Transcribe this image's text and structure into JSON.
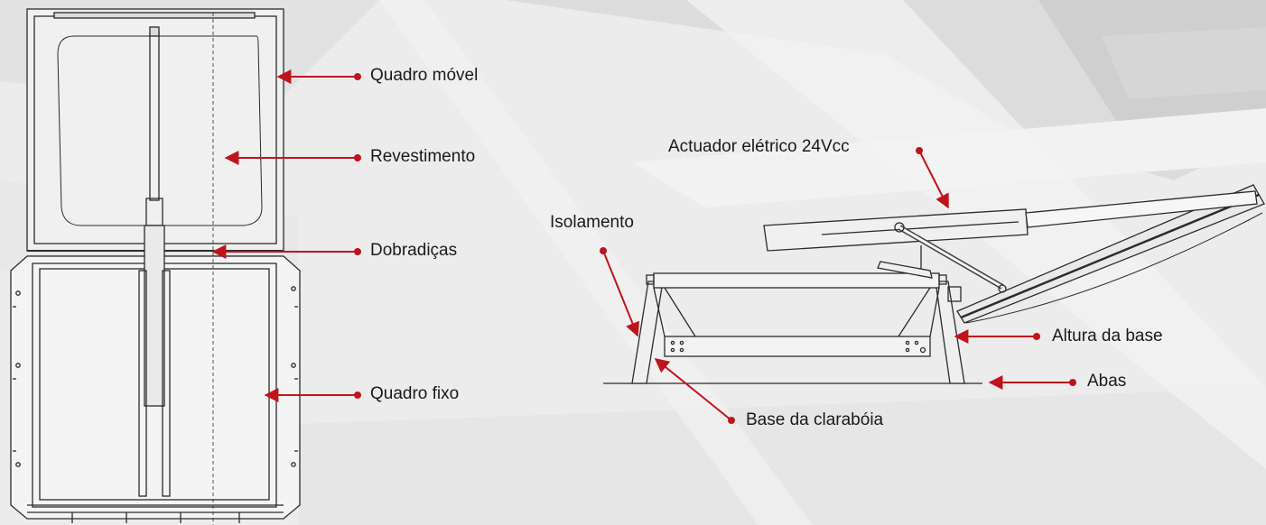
{
  "colors": {
    "accent": "#c0141c",
    "line": "#2b2b2b",
    "background": "#ececec"
  },
  "labels": {
    "quadro_movel": "Quadro móvel",
    "revestimento": "Revestimento",
    "dobradicas": "Dobradiças",
    "quadro_fixo": "Quadro fixo",
    "actuador": "Actuador elétrico 24Vcc",
    "isolamento": "Isolamento",
    "altura_base": "Altura da base",
    "abas": "Abas",
    "base_claraboia": "Base da clarabóia"
  }
}
